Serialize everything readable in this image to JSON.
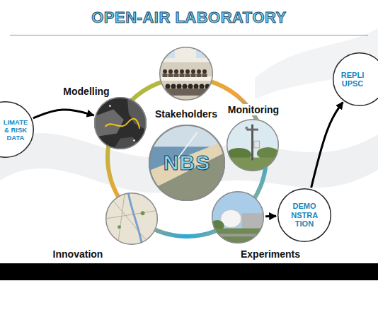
{
  "diagram": {
    "title": "OPEN-AIR LABORATORY",
    "nodes": [
      {
        "text": [
          "LIMATE & RISK DATA"
        ]
      },
      {
        "text": [
          "Modelling"
        ]
      },
      {
        "text": [
          "Stakeholders"
        ]
      },
      {
        "text": [
          "Monitoring"
        ]
      },
      {
        "text": [
          "NBS"
        ]
      },
      {
        "text": [
          "Innovation"
        ]
      },
      {
        "text": [
          "Experiments"
        ]
      },
      {
        "text": [
          "DEMO NSTRA TION"
        ]
      },
      {
        "text": [
          "REPLI UPSC"
        ]
      }
    ],
    "edges": [
      {
        "from": 0,
        "to": 1,
        "arrow": "to"
      },
      {
        "from": 6,
        "to": 7,
        "arrow": "to"
      },
      {
        "from": 7,
        "to": 8,
        "arrow": "to"
      }
    ]
  }
}
